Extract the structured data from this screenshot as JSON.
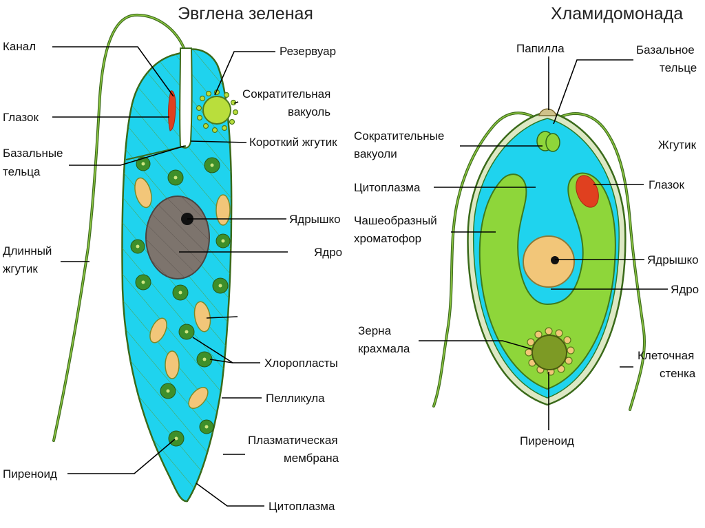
{
  "euglena": {
    "title": "Эвглена зеленая",
    "labels": {
      "kanal": "Канал",
      "glazok": "Глазок",
      "bazalnye_1": "Базальные",
      "bazalnye_2": "тельца",
      "dlinny_1": "Длинный",
      "dlinny_2": "жгутик",
      "pirenoid": "Пиреноид",
      "rezervuar": "Резервуар",
      "sokrat_1": "Сократительная",
      "sokrat_2": "вакуоль",
      "korotky": "Короткий жгутик",
      "yadryshko": "Ядрышко",
      "yadro": "Ядро",
      "chloroplasty": "Хлоропласты",
      "pellikula": "Пелликула",
      "plazm_1": "Плазматическая",
      "plazm_2": "мембрана",
      "citoplazma": "Цитоплазма"
    }
  },
  "chlamydomonas": {
    "title": "Хламидомонада",
    "labels": {
      "papilla": "Папилла",
      "bazalnoe_1": "Базальное",
      "bazalnoe_2": "тельце",
      "sokrat_1": "Сократительные",
      "sokrat_2": "вакуоли",
      "zhgutik": "Жгутик",
      "citoplazma": "Цитоплазма",
      "glazok": "Глазок",
      "chash_1": "Чашеобразный",
      "chash_2": "хроматофор",
      "yadryshko": "Ядрышко",
      "yadro": "Ядро",
      "zerna_1": "Зерна",
      "zerna_2": "крахмала",
      "kletochnaya_1": "Клеточная",
      "kletochnaya_2": "стенка",
      "pirenoid": "Пиреноид"
    }
  },
  "colors": {
    "cytoplasm": "#1fd3ee",
    "chromatophore": "#8ed63a",
    "stigma": "#e0401f",
    "nucleus_euglena": "#7d746d",
    "nucleus_chlamy": "#f2c679",
    "paramylon": "#f2c679",
    "chloroplast": "#3e8f2a",
    "pyrenoid": "#7d9a25"
  }
}
